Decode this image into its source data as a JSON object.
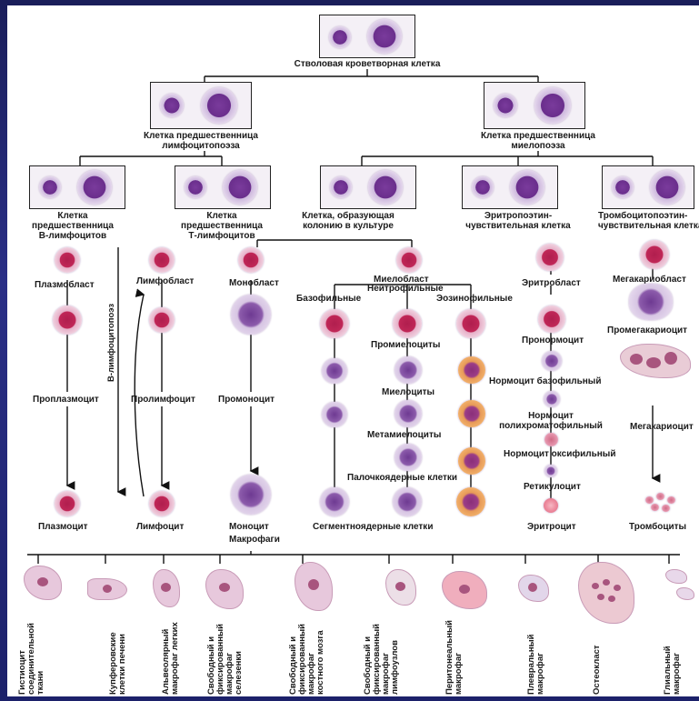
{
  "stem_cell": "Стволовая кроветворная клетка",
  "lymphopoiesis_progenitor": "Клетка предшественница лимфоцитопоэза",
  "myelopoiesis_progenitor": "Клетка предшественница миелопоэза",
  "b_progenitor": [
    "Клетка",
    "предшественница",
    "В-лимфоцитов"
  ],
  "t_progenitor": [
    "Клетка",
    "предшественница",
    "Т-лимфоцитов"
  ],
  "cfu_culture": [
    "Клетка, образующая",
    "колонию в культуре"
  ],
  "erythropoietin": [
    "Эритропоэтин-",
    "чувствительная клетка"
  ],
  "thrombopoietin": [
    "Тромбоцитопоэтин-",
    "чувствительная клетка"
  ],
  "plasmoblast": "Плазмобласт",
  "lymphoblast": "Лимфобласт",
  "monoblast": "Монобласт",
  "myeloblast": "Миелобласт",
  "erythroblast": "Эритробласт",
  "megakaryoblast": "Мегакариобласт",
  "b_lymphopoiesis": "В-лимфоцитопоэз",
  "basophilic": "Базофильные",
  "neutrophilic": "Нейтрофильные",
  "eosinophilic": "Эозинофильные",
  "promyelocytes": "Промиелоциты",
  "myelocytes": "Миелоциты",
  "metamyelocytes": "Метамиелоциты",
  "band_cells": "Палочкоядерные клетки",
  "segmented_cells": "Сегментноядерные клетки",
  "proplasmocyte": "Проплазмоцит",
  "prolymphocyte": "Пролимфоцит",
  "promonocyte": "Промоноцит",
  "pronormocyte": "Пронормоцит",
  "promegakaryocyte": "Промегакариоцит",
  "normocyte_basophilic": "Нормоцит базофильный",
  "normocyte_poly": [
    "Нормоцит",
    "полихроматофильный"
  ],
  "normocyte_oxy": "Нормоцит оксифильный",
  "reticulocyte": "Ретикулоцит",
  "megakaryocyte": "Мегакариоцит",
  "plasmocyte": "Плазмоцит",
  "lymphocyte": "Лимфоцит",
  "monocyte": "Моноцит",
  "erythrocyte": "Эритроцит",
  "thrombocytes": "Тромбоциты",
  "macrophages": "Макрофаги",
  "macrophage_types": [
    [
      "Гистиоцит",
      "соединительной",
      "ткани"
    ],
    [
      "Купферовские",
      "клетки печени"
    ],
    [
      "Альвеолярный",
      "макрофаг легких"
    ],
    [
      "Свободный и",
      "фиксированный",
      "макрофаг",
      "селезенки"
    ],
    [
      "Свободный и",
      "фиксированный",
      "макрофаг",
      "костного мозга"
    ],
    [
      "Свободный и",
      "фиксированный",
      "макрофаг",
      "лимфоузлов"
    ],
    [
      "Перитонеальный",
      "макрофаг"
    ],
    [
      "Плевральный",
      "макрофаг"
    ],
    [
      "Остеокласт"
    ],
    [
      "Глиальный",
      "макрофаг"
    ]
  ]
}
